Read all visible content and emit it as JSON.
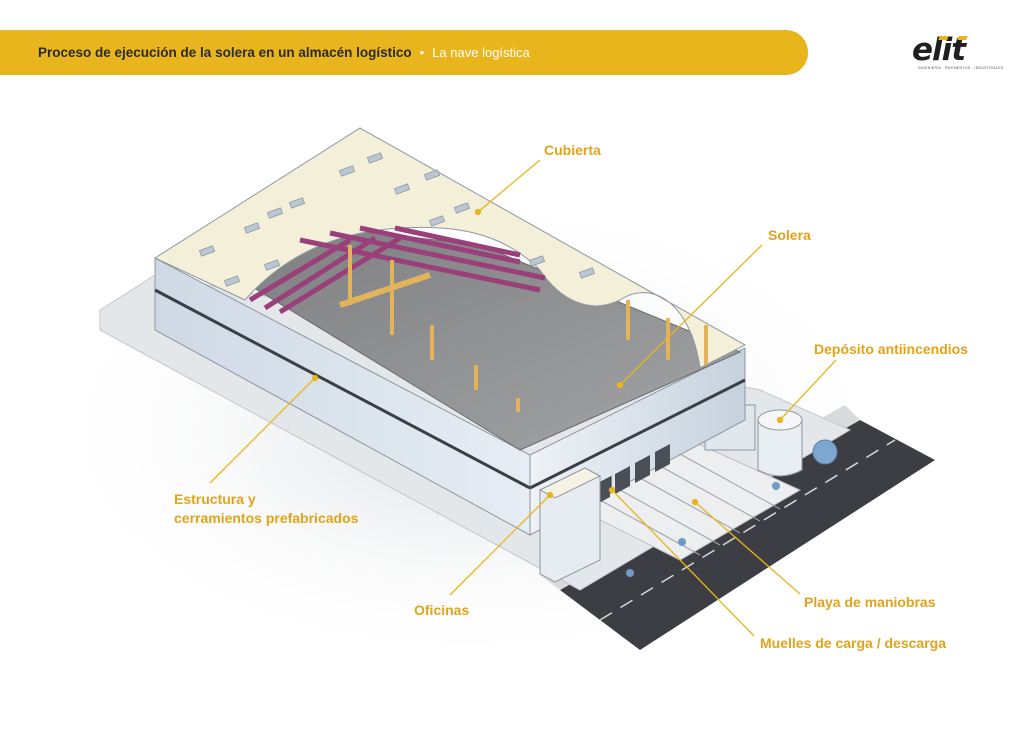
{
  "header": {
    "title": "Proceso de ejecución de la solera en un almacén logístico",
    "separator": "•",
    "subtitle": "La nave logística",
    "bar_color": "#e8b51c"
  },
  "logo": {
    "text": "elit",
    "tagline": "INGENIERÍA · PAVIMENTOS · INDUSTRIALES",
    "accent_color": "#e8b51c"
  },
  "labels": {
    "cubierta": "Cubierta",
    "solera": "Solera",
    "deposito": "Depósito antiincendios",
    "estructura_line1": "Estructura y",
    "estructura_line2": "cerramientos prefabricados",
    "oficinas": "Oficinas",
    "playa": "Playa de maniobras",
    "muelles": "Muelles de carga / descarga"
  },
  "colors": {
    "label": "#e2a318",
    "leader_line": "#e8b51c",
    "roof": "#f3efd8",
    "slab": "#8e8f91",
    "beams": "#9a3f7a",
    "pillars": "#e2b35a",
    "walls": "#d9e3ed",
    "road": "#3c3e44"
  }
}
